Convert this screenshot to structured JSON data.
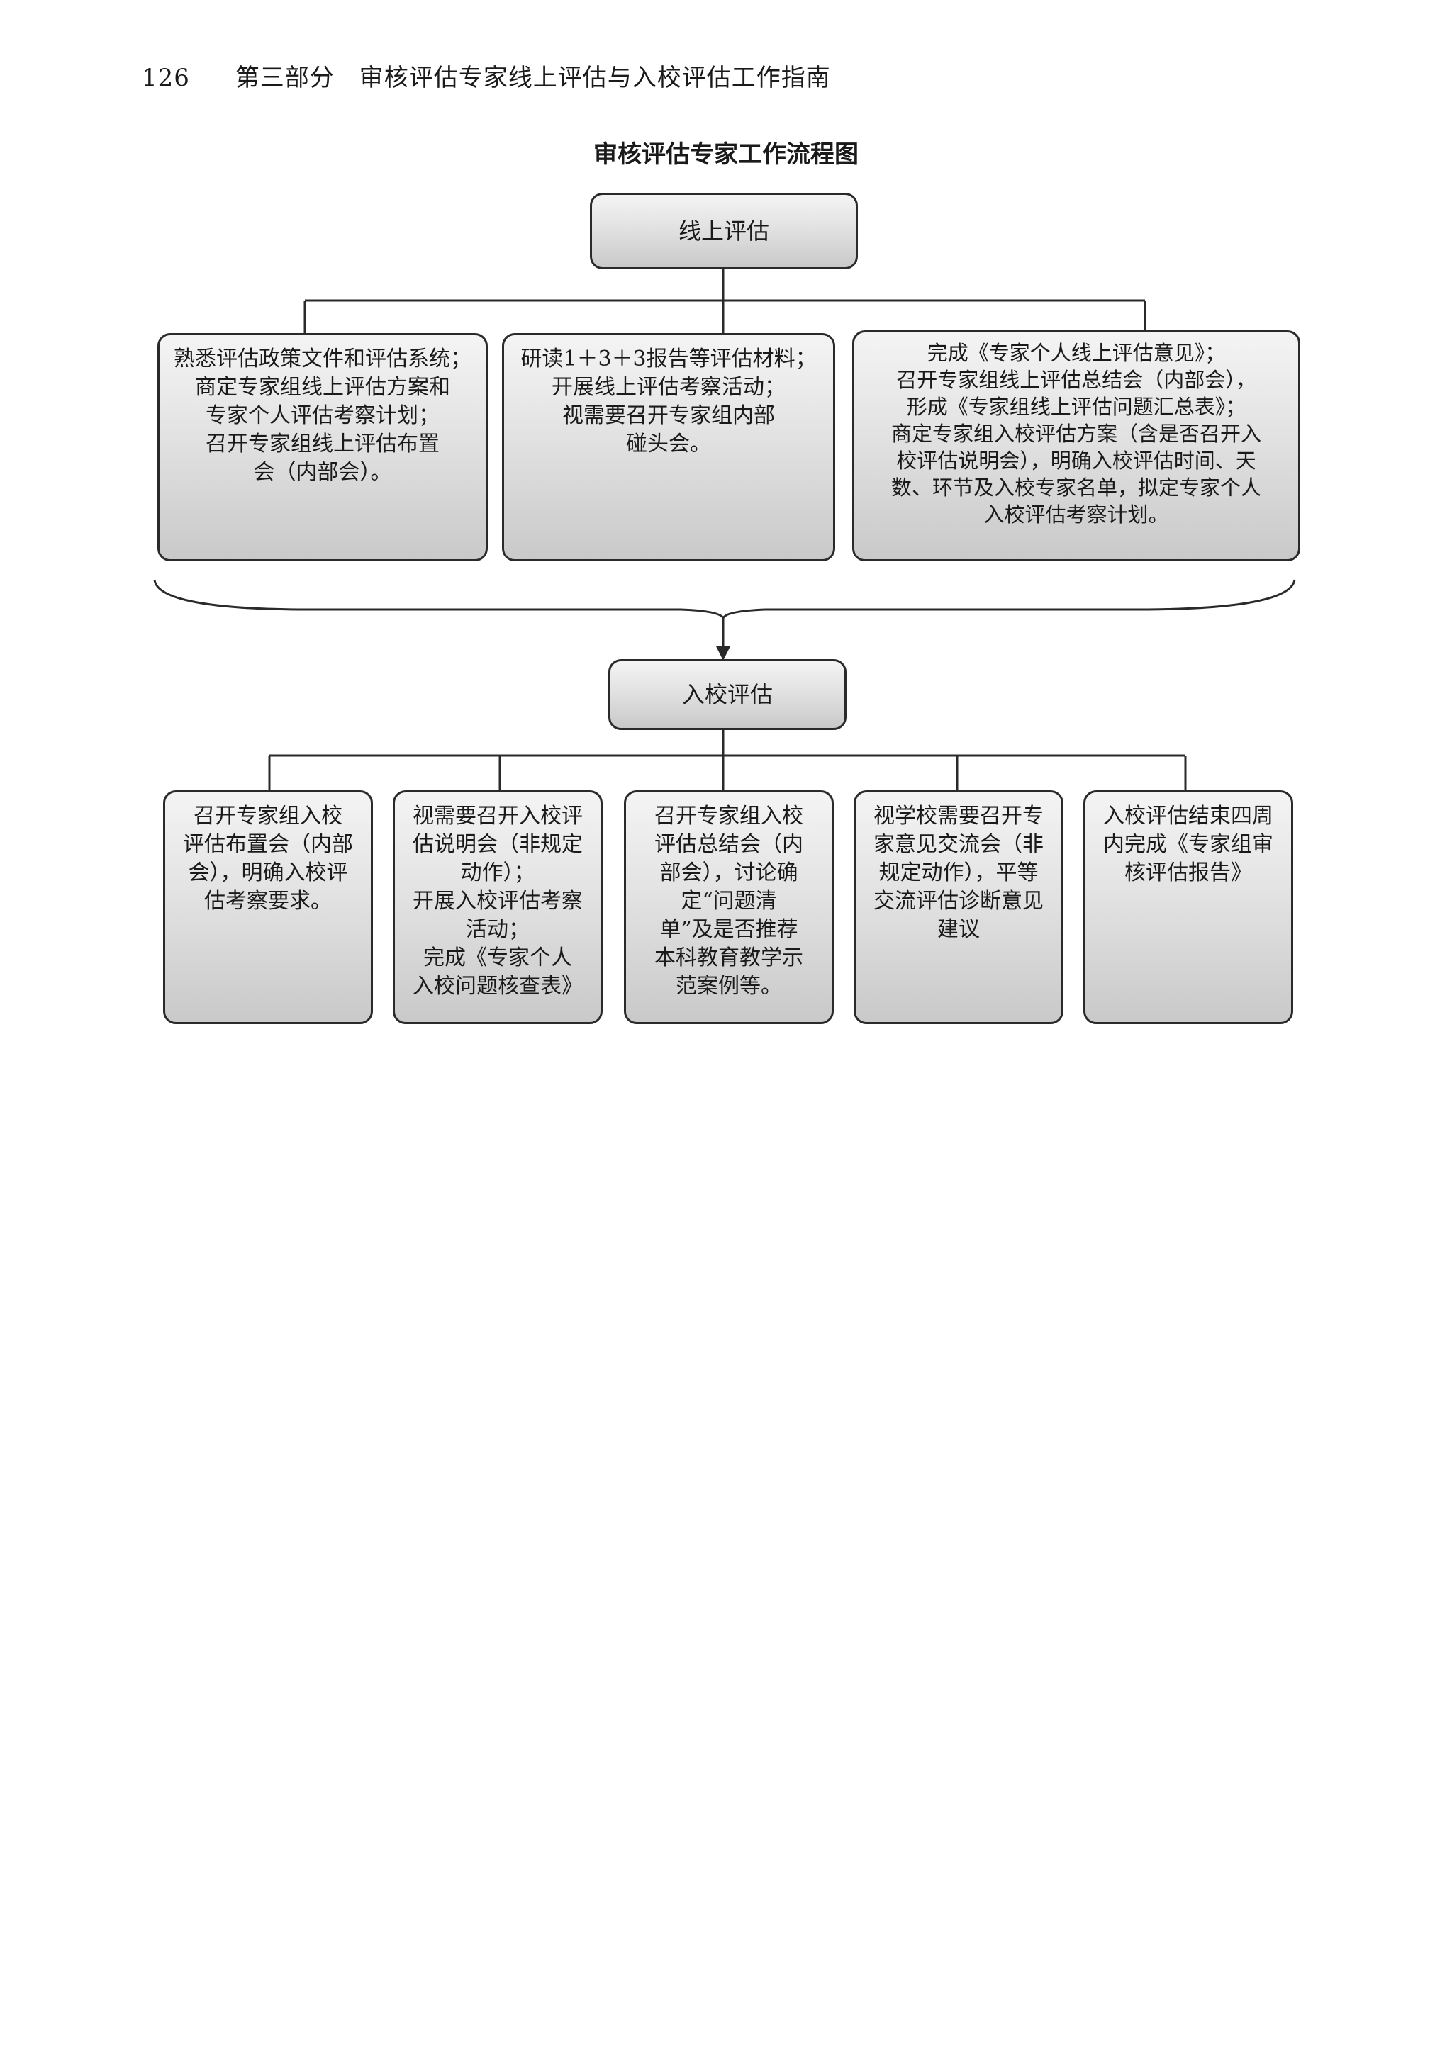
{
  "header": {
    "page_number": "126",
    "running_title": "第三部分　审核评估专家线上评估与入校评估工作指南"
  },
  "diagram": {
    "title": "审核评估专家工作流程图",
    "online": {
      "label": "线上评估",
      "steps": [
        "熟悉评估政策文件和评估系统；\n商定专家组线上评估方案和\n专家个人评估考察计划；\n召开专家组线上评估布置\n会（内部会）。",
        "研读1＋3＋3报告等评估材料；\n开展线上评估考察活动；\n视需要召开专家组内部\n碰头会。",
        "完成《专家个人线上评估意见》；\n召开专家组线上评估总结会（内部会），\n形成《专家组线上评估问题汇总表》；\n商定专家组入校评估方案（含是否召开入\n校评估说明会），明确入校评估时间、天\n数、环节及入校专家名单，拟定专家个人\n入校评估考察计划。"
      ]
    },
    "onsite": {
      "label": "入校评估",
      "steps": [
        "召开专家组入校\n评估布置会（内部\n会），明确入校评\n估考察要求。",
        "视需要召开入校评\n估说明会（非规定\n动作）；\n开展入校评估考察\n活动；\n完成《专家个人\n入校问题核查表》",
        "召开专家组入校\n评估总结会（内\n部会），讨论确\n定“问题清\n单”及是否推荐\n本科教育教学示\n范案例等。",
        "视学校需要召开专\n家意见交流会（非\n规定动作），平等\n交流评估诊断意见\n建议",
        "入校评估结束四周\n内完成《专家组审\n核评估报告》"
      ]
    }
  }
}
